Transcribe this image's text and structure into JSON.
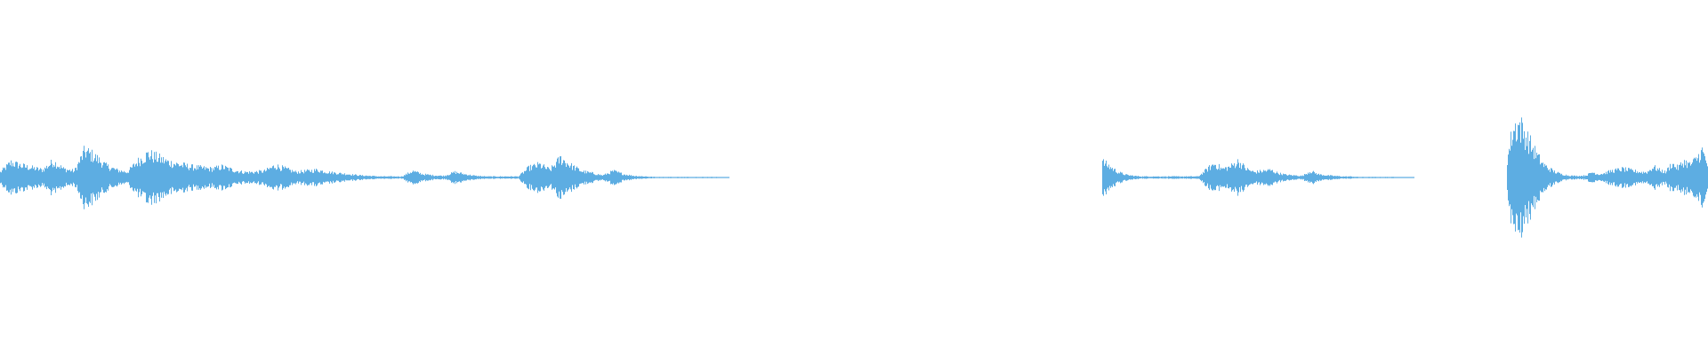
{
  "waveform": {
    "color": "#5dade2",
    "segments": [
      {
        "start": 0.0,
        "end": 0.427,
        "envelope": [
          0.1,
          0.28,
          0.22,
          0.18,
          0.14,
          0.3,
          0.16,
          0.12,
          0.5,
          0.38,
          0.22,
          0.14,
          0.1,
          0.3,
          0.44,
          0.36,
          0.28,
          0.24,
          0.2,
          0.18,
          0.16,
          0.2,
          0.14,
          0.1,
          0.1,
          0.12,
          0.22,
          0.16,
          0.1,
          0.12,
          0.14,
          0.1,
          0.08,
          0.06,
          0.04,
          0.03,
          0.02,
          0.02,
          0.02,
          0.12,
          0.06,
          0.04,
          0.03,
          0.1,
          0.06,
          0.03,
          0.02,
          0.02,
          0.02,
          0.02,
          0.18,
          0.24,
          0.14,
          0.36,
          0.22,
          0.12,
          0.08,
          0.04,
          0.12,
          0.06,
          0.03,
          0.02,
          0.01,
          0.01,
          0.01,
          0.01,
          0.01,
          0.01,
          0.01,
          0.0
        ]
      },
      {
        "start": 0.645,
        "end": 0.828,
        "envelope": [
          0.3,
          0.2,
          0.1,
          0.05,
          0.03,
          0.02,
          0.02,
          0.02,
          0.02,
          0.02,
          0.02,
          0.02,
          0.02,
          0.14,
          0.26,
          0.16,
          0.2,
          0.3,
          0.16,
          0.1,
          0.12,
          0.14,
          0.08,
          0.05,
          0.04,
          0.03,
          0.12,
          0.06,
          0.04,
          0.03,
          0.02,
          0.02,
          0.01,
          0.01,
          0.01,
          0.01,
          0.01,
          0.01,
          0.0,
          0.0
        ]
      },
      {
        "start": 0.882,
        "end": 1.0,
        "envelope": [
          0.3,
          0.9,
          1.0,
          0.8,
          0.6,
          0.4,
          0.24,
          0.16,
          0.1,
          0.06,
          0.04,
          0.03,
          0.03,
          0.04,
          0.1,
          0.06,
          0.08,
          0.12,
          0.14,
          0.16,
          0.14,
          0.12,
          0.1,
          0.1,
          0.2,
          0.14,
          0.1,
          0.26,
          0.18,
          0.3,
          0.24,
          0.34,
          0.5,
          0.2
        ]
      }
    ]
  }
}
